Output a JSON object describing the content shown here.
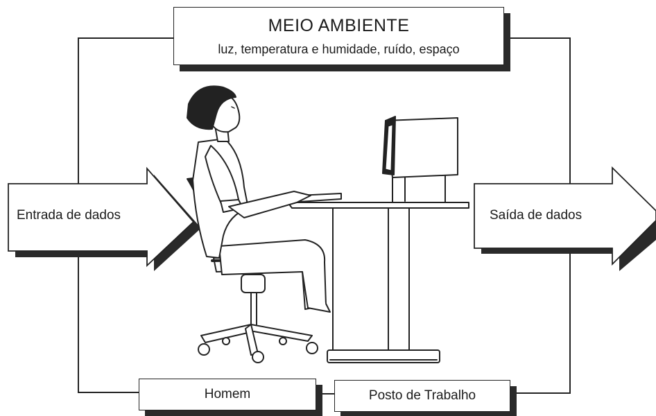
{
  "environment": {
    "title": "MEIO AMBIENTE",
    "subtitle": "luz, temperatura e humidade, ruído, espaço"
  },
  "input_arrow": {
    "label": "Entrada de dados"
  },
  "output_arrow": {
    "label": "Saída de dados"
  },
  "bottom_boxes": {
    "man": "Homem",
    "workstation": "Posto de Trabalho"
  },
  "colors": {
    "ink": "#1a1a1a",
    "shadow": "#2a2a2a",
    "paper": "#ffffff"
  },
  "illustration": "woman-seated-at-computer-workstation"
}
